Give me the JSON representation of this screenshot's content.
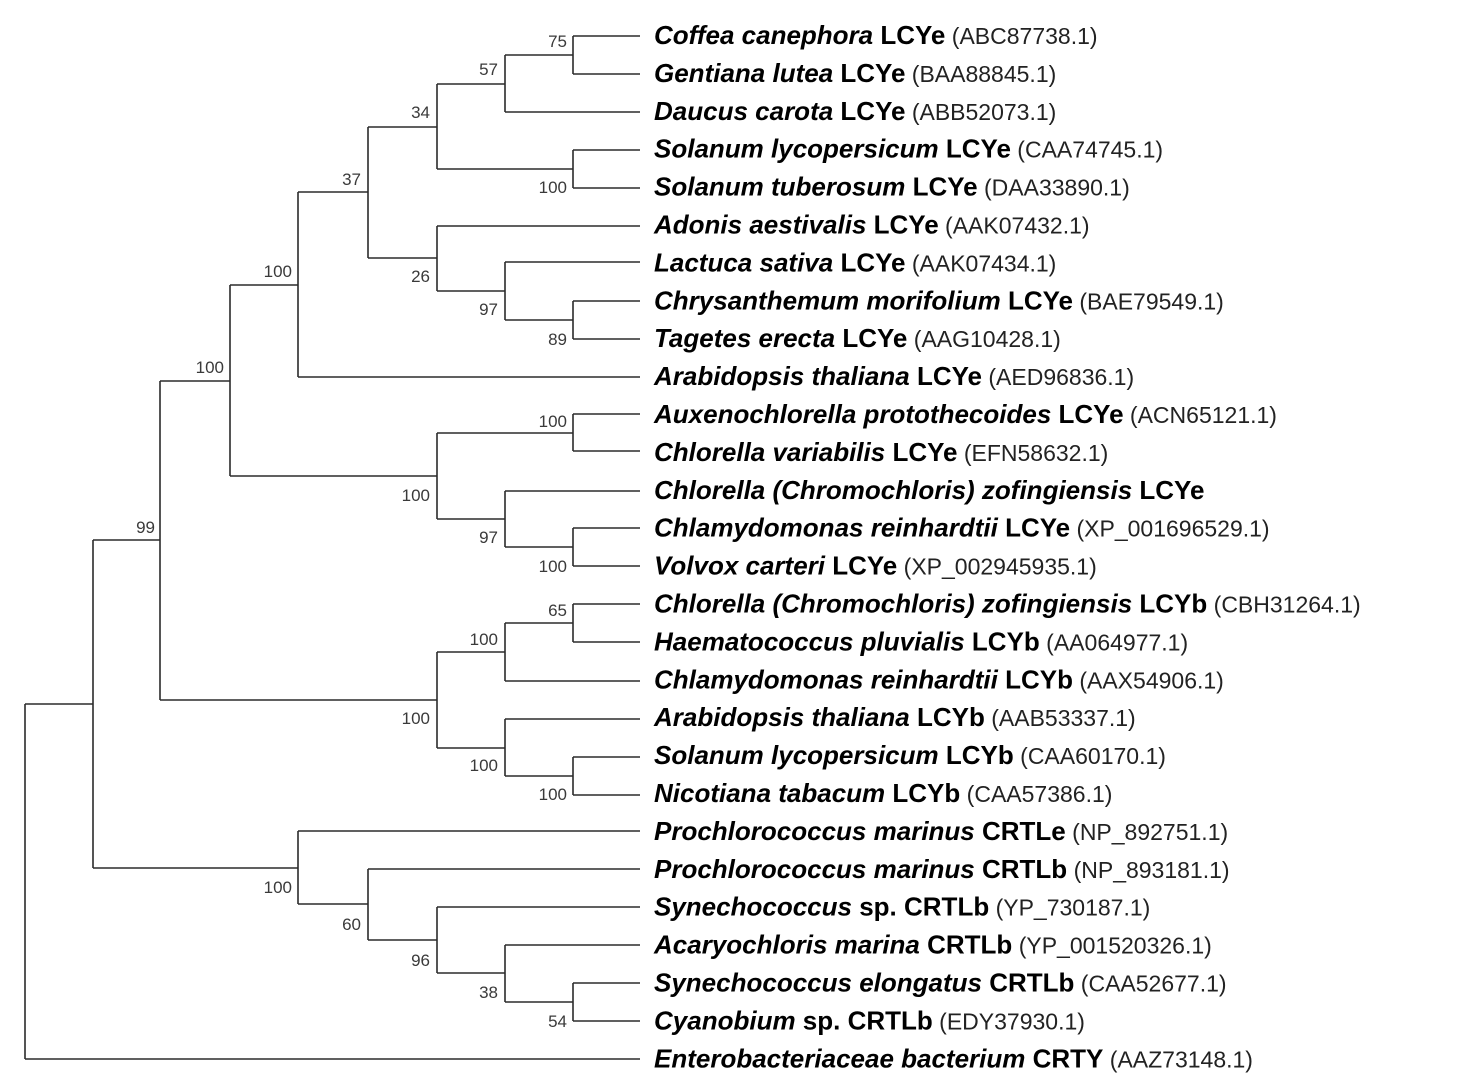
{
  "colors": {
    "highlight_red": "#e8202a",
    "highlight_orange": "#e07a1a",
    "default": "#000000"
  },
  "taxa": [
    {
      "species": "Coffea canephora",
      "gene": "LCYe",
      "acc": "(ABC87738.1)"
    },
    {
      "species": "Gentiana lutea",
      "gene": "LCYe",
      "acc": "(BAA88845.1)"
    },
    {
      "species": "Daucus carota",
      "gene": "LCYe",
      "acc": "(ABB52073.1)"
    },
    {
      "species": "Solanum lycopersicum",
      "gene": "LCYe",
      "acc": "(CAA74745.1)"
    },
    {
      "species": "Solanum tuberosum",
      "gene": "LCYe",
      "acc": "(DAA33890.1)"
    },
    {
      "species": "Adonis aestivalis",
      "gene": "LCYe",
      "acc": "(AAK07432.1)"
    },
    {
      "species": "Lactuca sativa",
      "gene": "LCYe",
      "acc": "(AAK07434.1)"
    },
    {
      "species": "Chrysanthemum morifolium",
      "gene": "LCYe",
      "acc": "(BAE79549.1)"
    },
    {
      "species": "Tagetes erecta",
      "gene": "LCYe",
      "acc": "(AAG10428.1)"
    },
    {
      "species": "Arabidopsis thaliana",
      "gene": "LCYe",
      "acc": "(AED96836.1)"
    },
    {
      "species": "Auxenochlorella protothecoides",
      "gene": "LCYe",
      "acc": "(ACN65121.1)"
    },
    {
      "species": "Chlorella variabilis",
      "gene": "LCYe",
      "acc": "(EFN58632.1)"
    },
    {
      "species": "Chlorella (Chromochloris) zofingiensis",
      "gene": "LCYe",
      "acc": "",
      "color": "highlight_red"
    },
    {
      "species": "Chlamydomonas reinhardtii",
      "gene": "LCYe",
      "acc": "(XP_001696529.1)"
    },
    {
      "species": "Volvox carteri",
      "gene": "LCYe",
      "acc": "(XP_002945935.1)"
    },
    {
      "species": "Chlorella (Chromochloris) zofingiensis",
      "gene": "LCYb",
      "acc": "(CBH31264.1)",
      "color": "highlight_orange"
    },
    {
      "species": "Haematococcus pluvialis",
      "gene": "LCYb",
      "acc": "(AA064977.1)"
    },
    {
      "species": "Chlamydomonas reinhardtii",
      "gene": "LCYb",
      "acc": "(AAX54906.1)"
    },
    {
      "species": "Arabidopsis thaliana",
      "gene": "LCYb",
      "acc": "(AAB53337.1)"
    },
    {
      "species": "Solanum lycopersicum",
      "gene": "LCYb",
      "acc": "(CAA60170.1)"
    },
    {
      "species": "Nicotiana tabacum",
      "gene": "LCYb",
      "acc": "(CAA57386.1)"
    },
    {
      "species": "Prochlorococcus marinus",
      "gene": "CRTLe",
      "acc": "(NP_892751.1)"
    },
    {
      "species": "Prochlorococcus marinus",
      "gene": "CRTLb",
      "acc": "(NP_893181.1)"
    },
    {
      "species": "Synechococcus",
      "species_suffix": " sp.",
      "gene": "CRTLb",
      "acc": "(YP_730187.1)"
    },
    {
      "species": "Acaryochloris marina",
      "gene": "CRTLb",
      "acc": "(YP_001520326.1)"
    },
    {
      "species": "Synechococcus elongatus",
      "gene": "CRTLb",
      "acc": "(CAA52677.1)"
    },
    {
      "species": "Cyanobium",
      "species_suffix": " sp.",
      "gene": "CRTLb",
      "acc": "(EDY37930.1)"
    },
    {
      "species": "Enterobacteriaceae bacterium",
      "gene": "CRTY",
      "acc": "(AAZ73148.1)"
    }
  ],
  "support_values": [
    "75",
    "57",
    "34",
    "100",
    "37",
    "26",
    "97",
    "89",
    "100",
    "100",
    "100",
    "97",
    "100",
    "65",
    "100",
    "100",
    "100",
    "100",
    "100",
    "99",
    "54",
    "38",
    "96",
    "60",
    "100"
  ]
}
